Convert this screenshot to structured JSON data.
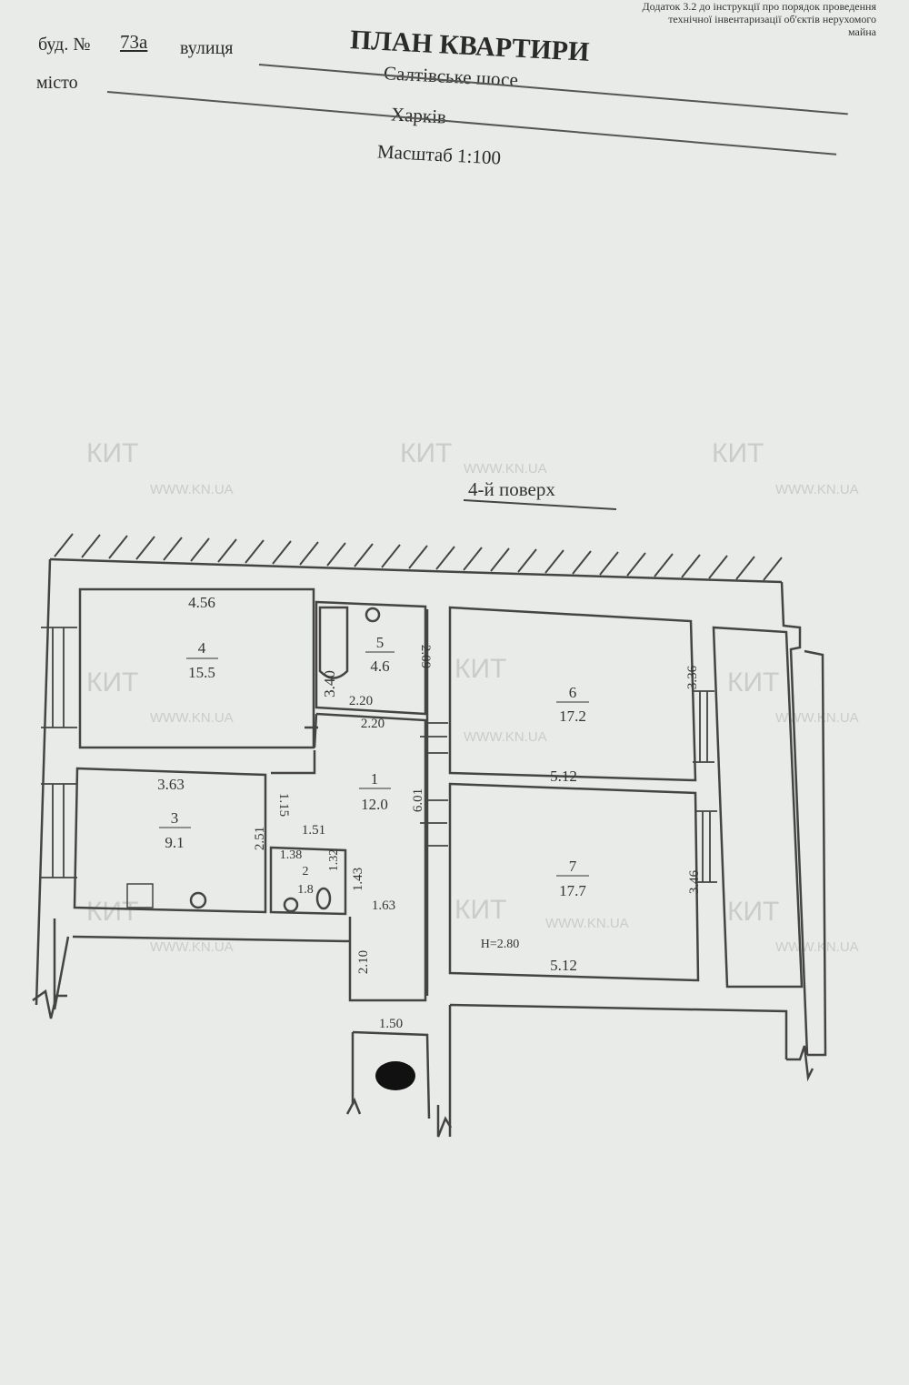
{
  "header": {
    "note": [
      "Додаток 3.2 до інструкції про порядок проведення",
      "технічної інвентаризації об'єктів нерухомого",
      "майна"
    ],
    "title": "ПЛАН КВАРТИРИ",
    "building_label": "буд. №",
    "building_number": "73а",
    "street_label": "вулиця",
    "street": "Салтівське шосе",
    "city_label": "місто",
    "city": "Харків",
    "scale": "Масштаб 1:100"
  },
  "plan": {
    "floor_label": "4-й поверх",
    "height": "Н=2.80",
    "rooms": [
      {
        "num": "1",
        "area": "12.0"
      },
      {
        "num": "2",
        "area": "1.8"
      },
      {
        "num": "3",
        "area": "9.1"
      },
      {
        "num": "4",
        "area": "15.5"
      },
      {
        "num": "5",
        "area": "4.6"
      },
      {
        "num": "6",
        "area": "17.2"
      },
      {
        "num": "7",
        "area": "17.7"
      }
    ],
    "dimensions": {
      "r4_width": "4.56",
      "r4_depth": "3.40",
      "r5_depth": "2.09",
      "r5_width": "2.20",
      "corr_width": "2.20",
      "r3_width": "3.63",
      "r3_depth": "2.51",
      "wall_115": "1.15",
      "r2_top": "1.51",
      "r2_width": "1.38",
      "r2_depth": "1.32",
      "corr_143": "1.43",
      "corr_163": "1.63",
      "corr_601": "6.01",
      "corr_210": "2.10",
      "entry_150": "1.50",
      "r6_width": "5.12",
      "r6_depth": "3.36",
      "r7_width": "5.12",
      "r7_depth": "3.46"
    }
  },
  "watermark": {
    "brand": "КИТ",
    "url": "WWW.KN.UA"
  }
}
